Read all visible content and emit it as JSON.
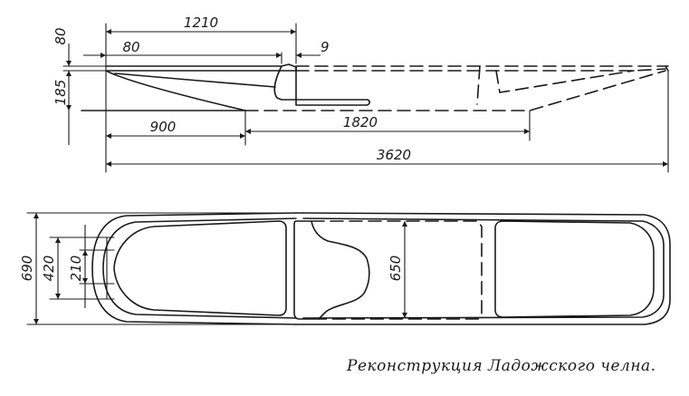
{
  "caption": "Реконструкция Ладожского челна.",
  "dimensions": {
    "side": {
      "total_length": "3620",
      "upper_length": "1210",
      "stern_width": "80",
      "top_height": "80",
      "height": "185",
      "frame_thickness": "9",
      "stern_base": "900",
      "middle_base": "1820"
    },
    "plan": {
      "beam": "690",
      "inner_beam": "650",
      "stern_outer": "420",
      "stern_inner": "210"
    }
  },
  "colors": {
    "ink": "#1a1a1a",
    "paper": "#ffffff"
  }
}
